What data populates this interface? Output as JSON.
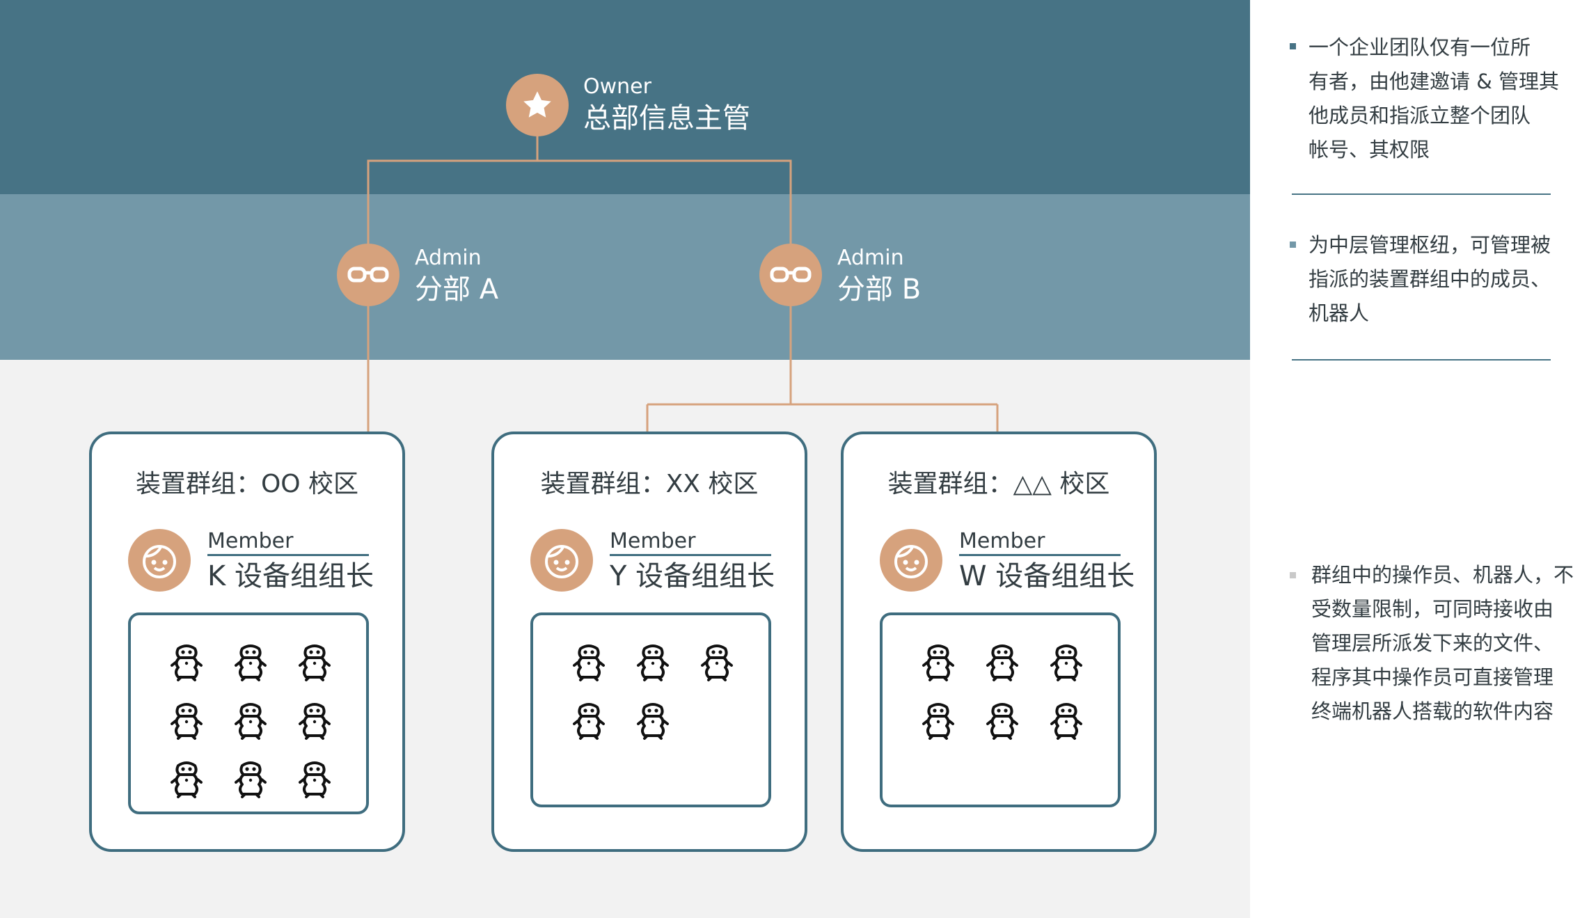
{
  "colors": {
    "top_band": "#477385",
    "middle_band": "#7398a8",
    "bottom_band": "#f2f2f2",
    "accent": "#d6a27d",
    "border": "#3f6d7f"
  },
  "owner": {
    "role": "Owner",
    "name": "总部信息主管",
    "icon": "star-icon"
  },
  "admins": [
    {
      "role": "Admin",
      "name": "分部 A",
      "icon": "glasses-icon"
    },
    {
      "role": "Admin",
      "name": "分部 B",
      "icon": "glasses-icon"
    }
  ],
  "groups": [
    {
      "title": "装置群组：OO 校区",
      "member_role": "Member",
      "member_name": "K 设备组组长",
      "robot_count": 9
    },
    {
      "title": "装置群组：XX 校区",
      "member_role": "Member",
      "member_name": "Y 设备组组长",
      "robot_count": 5
    },
    {
      "title": "装置群组：△△ 校区",
      "member_role": "Member",
      "member_name": "W 设备组组长",
      "robot_count": 6
    }
  ],
  "sidebar": {
    "owner_note_lines": [
      "一个企业团队仅有一位所",
      "有者，由他建邀请 & 管理其",
      "他成员和指派立整个团队",
      "帐号、其权限"
    ],
    "admin_note_lines": [
      "为中层管理枢纽，可管理被",
      "指派的装置群组中的成员、",
      "机器人"
    ],
    "member_note_lines": [
      "群组中的操作员、机器人，不",
      "受数量限制，可同時接收由",
      "管理层所派发下来的文件、",
      "程序其中操作员可直接管理",
      "终端机器人搭载的软件内容"
    ]
  }
}
